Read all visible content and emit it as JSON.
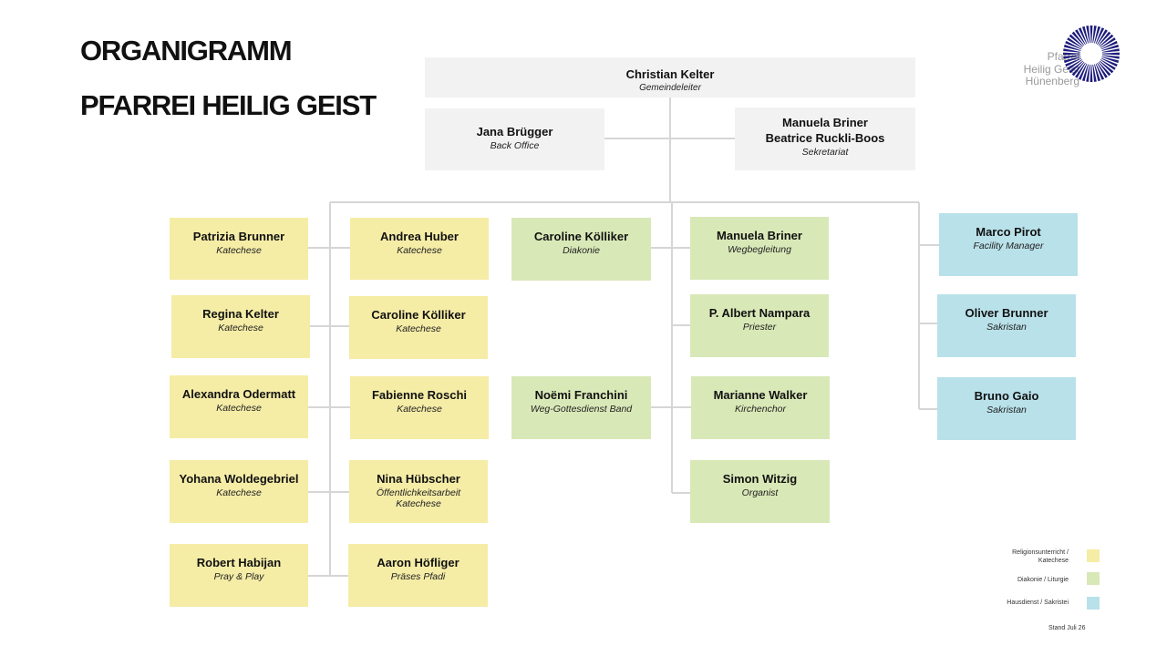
{
  "header": {
    "title_line1": "ORGANIGRAMM",
    "title_line2": "PFARREI HEILIG GEIST"
  },
  "logo": {
    "line1": "Pfarrei",
    "line2": "Heilig Geist",
    "line3": "Hünenberg",
    "icon": "sunburst-logo-icon",
    "color": "#1e1c7c"
  },
  "colors": {
    "top": "#f2f2f2",
    "katechese": "#f5eca6",
    "diakonie": "#d9e8b7",
    "hausdienst": "#b9e1ea",
    "connector": "#d6d6d6"
  },
  "top": {
    "leader": {
      "name": "Christian Kelter",
      "role": "Gemeindeleiter"
    },
    "backoffice": {
      "name": "Jana Brügger",
      "role": "Back Office"
    },
    "sekretariat": {
      "name1": "Manuela Briner",
      "name2": "Beatrice Ruckli-Boos",
      "role": "Sekretariat"
    }
  },
  "katechese_left": [
    {
      "name": "Patrizia Brunner",
      "role": "Katechese"
    },
    {
      "name": "Regina Kelter",
      "role": "Katechese"
    },
    {
      "name": "Alexandra Odermatt",
      "role": "Katechese"
    },
    {
      "name": "Yohana Woldegebriel",
      "role": "Katechese"
    },
    {
      "name": "Robert Habijan",
      "role": "Pray & Play"
    }
  ],
  "katechese_right": [
    {
      "name": "Andrea Huber",
      "role": "Katechese"
    },
    {
      "name": "Caroline Kölliker",
      "role": "Katechese"
    },
    {
      "name": "Fabienne Roschi",
      "role": "Katechese"
    },
    {
      "name": "Nina Hübscher",
      "role": "Öffentlichkeitsarbeit",
      "role2": "Katechese"
    },
    {
      "name": "Aaron Höfliger",
      "role": "Präses Pfadi"
    }
  ],
  "diakonie_left": [
    {
      "name": "Caroline Kölliker",
      "role": "Diakonie"
    },
    {
      "name": "Noëmi Franchini",
      "role": "Weg-Gottesdienst Band"
    }
  ],
  "diakonie_right": [
    {
      "name": "Manuela Briner",
      "role": "Wegbegleitung"
    },
    {
      "name": "P. Albert Nampara",
      "role": "Priester"
    },
    {
      "name": "Marianne Walker",
      "role": "Kirchenchor"
    },
    {
      "name": "Simon Witzig",
      "role": "Organist"
    }
  ],
  "hausdienst": [
    {
      "name": "Marco Pirot",
      "role": "Facility Manager"
    },
    {
      "name": "Oliver Brunner",
      "role": "Sakristan"
    },
    {
      "name": "Bruno Gaio",
      "role": "Sakristan"
    }
  ],
  "legend": [
    {
      "label_line1": "Religionsunterricht /",
      "label_line2": "Katechese",
      "color": "#f5eca6"
    },
    {
      "label_line1": "Diakonie / Liturgie",
      "label_line2": "",
      "color": "#d9e8b7"
    },
    {
      "label_line1": "Hausdienst / Sakristei",
      "label_line2": "",
      "color": "#b9e1ea"
    }
  ],
  "footer": {
    "stand": "Stand Juli 26"
  }
}
